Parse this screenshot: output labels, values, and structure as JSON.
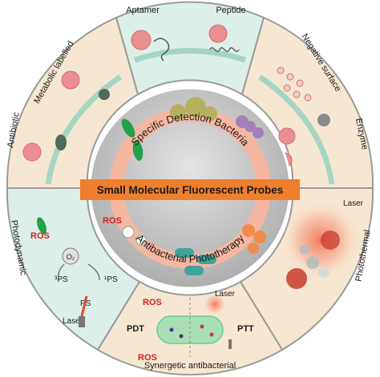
{
  "title": "Small Molecular Fluorescent Probes",
  "inner_ring": {
    "top": "Specific Detection Bacteria",
    "bottom": "Antibacterial Phototherapy"
  },
  "sectors": {
    "aptamer": "Aptamer",
    "peptide": "Peptide",
    "antibiotic": "Antibiotic",
    "metabolic": "Metabolic labelled",
    "negative_surface": "Negative surface",
    "enzyme": "Enzyme",
    "photodynamic": "Photodynamic",
    "photothermal": "Photothermal",
    "synergetic": "Synergetic antibacterial"
  },
  "pdt_panel": {
    "ros_1": "ROS",
    "ros_2": "ROS",
    "o2": "O₂",
    "ps3": "³PS",
    "ps1": "¹PS",
    "ps": "PS",
    "laser": "Laser"
  },
  "ptt_panel": {
    "laser": "Laser"
  },
  "syn_panel": {
    "ros_top": "ROS",
    "ros_bottom": "ROS",
    "laser": "Laser",
    "pdt": "PDT",
    "ptt": "PTT"
  },
  "colors": {
    "ring_fill": "#f6e7d2",
    "teal_sector": "#dcefe8",
    "outer_border": "#9a9a9a",
    "title_band": "#ef7f2c",
    "inner_ring": "#f6b7a0",
    "inner_disc": "#bcbcbc",
    "virus": "#e98f90",
    "membrane": "#9fd3c1",
    "ros": "#d81e1e"
  }
}
